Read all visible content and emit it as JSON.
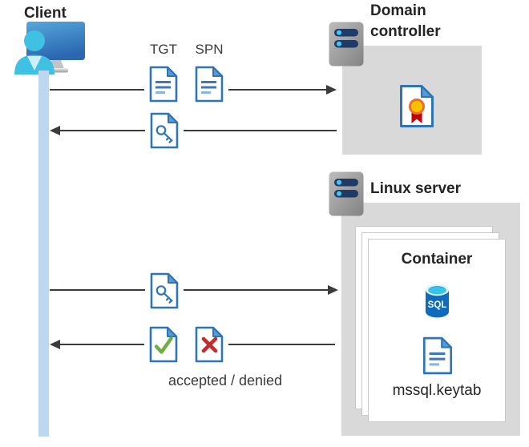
{
  "client": {
    "title": "Client"
  },
  "domain_controller": {
    "title": "Domain controller"
  },
  "linux_server": {
    "title": "Linux server"
  },
  "container": {
    "title": "Container",
    "keytab_file": "mssql.keytab"
  },
  "flow_labels": {
    "tgt": "TGT",
    "spn": "SPN",
    "result": "accepted / denied"
  },
  "sql_badge": "SQL",
  "icons": [
    "client-user-monitor-icon",
    "server-icon",
    "ticket-document-icon",
    "key-document-icon",
    "certificate-document-icon",
    "check-document-icon",
    "deny-document-icon",
    "sql-database-icon",
    "keytab-document-icon"
  ],
  "colors": {
    "doc_blue": "#2E75B6",
    "fold_blue": "#5B9BD5",
    "check_green": "#6FAE44",
    "deny_red": "#BE2E2E",
    "cert_ribbon_red": "#C00000",
    "cert_seal_yellow": "#FFC000",
    "server_pill_navy": "#1E3A66",
    "server_dot_cyan": "#45C6EE",
    "sql_cyan": "#39C3EA",
    "sql_blue": "#0F6CBD",
    "lifeline_blue": "#BDD7EE",
    "box_gray": "#D9D9D9",
    "arrow_gray": "#3B3B3B"
  }
}
